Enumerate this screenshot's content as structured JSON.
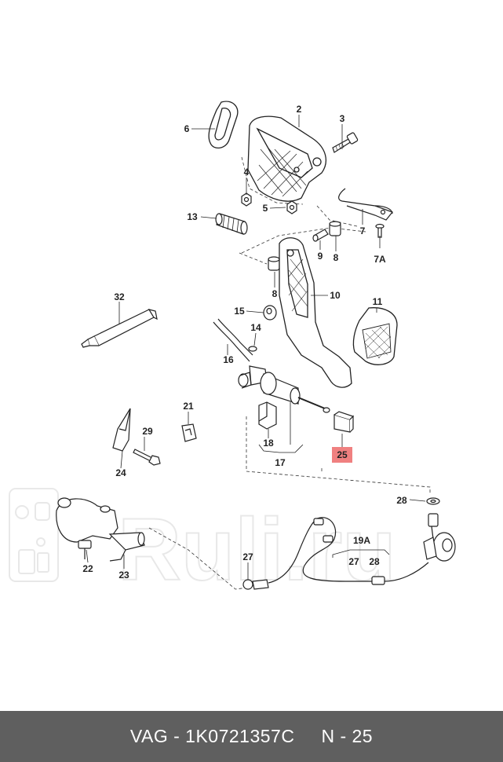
{
  "diagram": {
    "highlight_color": "#f08080",
    "watermark_text": "Ruli.ru",
    "callouts": [
      {
        "id": "c1",
        "text": "2"
      },
      {
        "id": "c2",
        "text": "3"
      },
      {
        "id": "c3",
        "text": "6"
      },
      {
        "id": "c4",
        "text": "4"
      },
      {
        "id": "c5",
        "text": "5"
      },
      {
        "id": "c6",
        "text": "13"
      },
      {
        "id": "c7",
        "text": "7"
      },
      {
        "id": "c8",
        "text": "7A"
      },
      {
        "id": "c9",
        "text": "9"
      },
      {
        "id": "c10",
        "text": "8"
      },
      {
        "id": "c11",
        "text": "8"
      },
      {
        "id": "c12",
        "text": "10"
      },
      {
        "id": "c13",
        "text": "11"
      },
      {
        "id": "c14",
        "text": "32"
      },
      {
        "id": "c15",
        "text": "15"
      },
      {
        "id": "c16",
        "text": "14"
      },
      {
        "id": "c17",
        "text": "16"
      },
      {
        "id": "c18",
        "text": "21"
      },
      {
        "id": "c19",
        "text": "29"
      },
      {
        "id": "c20",
        "text": "24"
      },
      {
        "id": "c21",
        "text": "18"
      },
      {
        "id": "c22",
        "text": "17"
      },
      {
        "id": "c23",
        "text": "25",
        "highlighted": true
      },
      {
        "id": "c24",
        "text": "28"
      },
      {
        "id": "c25",
        "text": "19A"
      },
      {
        "id": "c26",
        "text": "27"
      },
      {
        "id": "c27",
        "text": "28"
      },
      {
        "id": "c28",
        "text": "27"
      },
      {
        "id": "c29",
        "text": "22"
      },
      {
        "id": "c30",
        "text": "23"
      }
    ]
  },
  "footer": {
    "part_code": "VAG - 1K0721357C",
    "item_number": "N - 25"
  }
}
